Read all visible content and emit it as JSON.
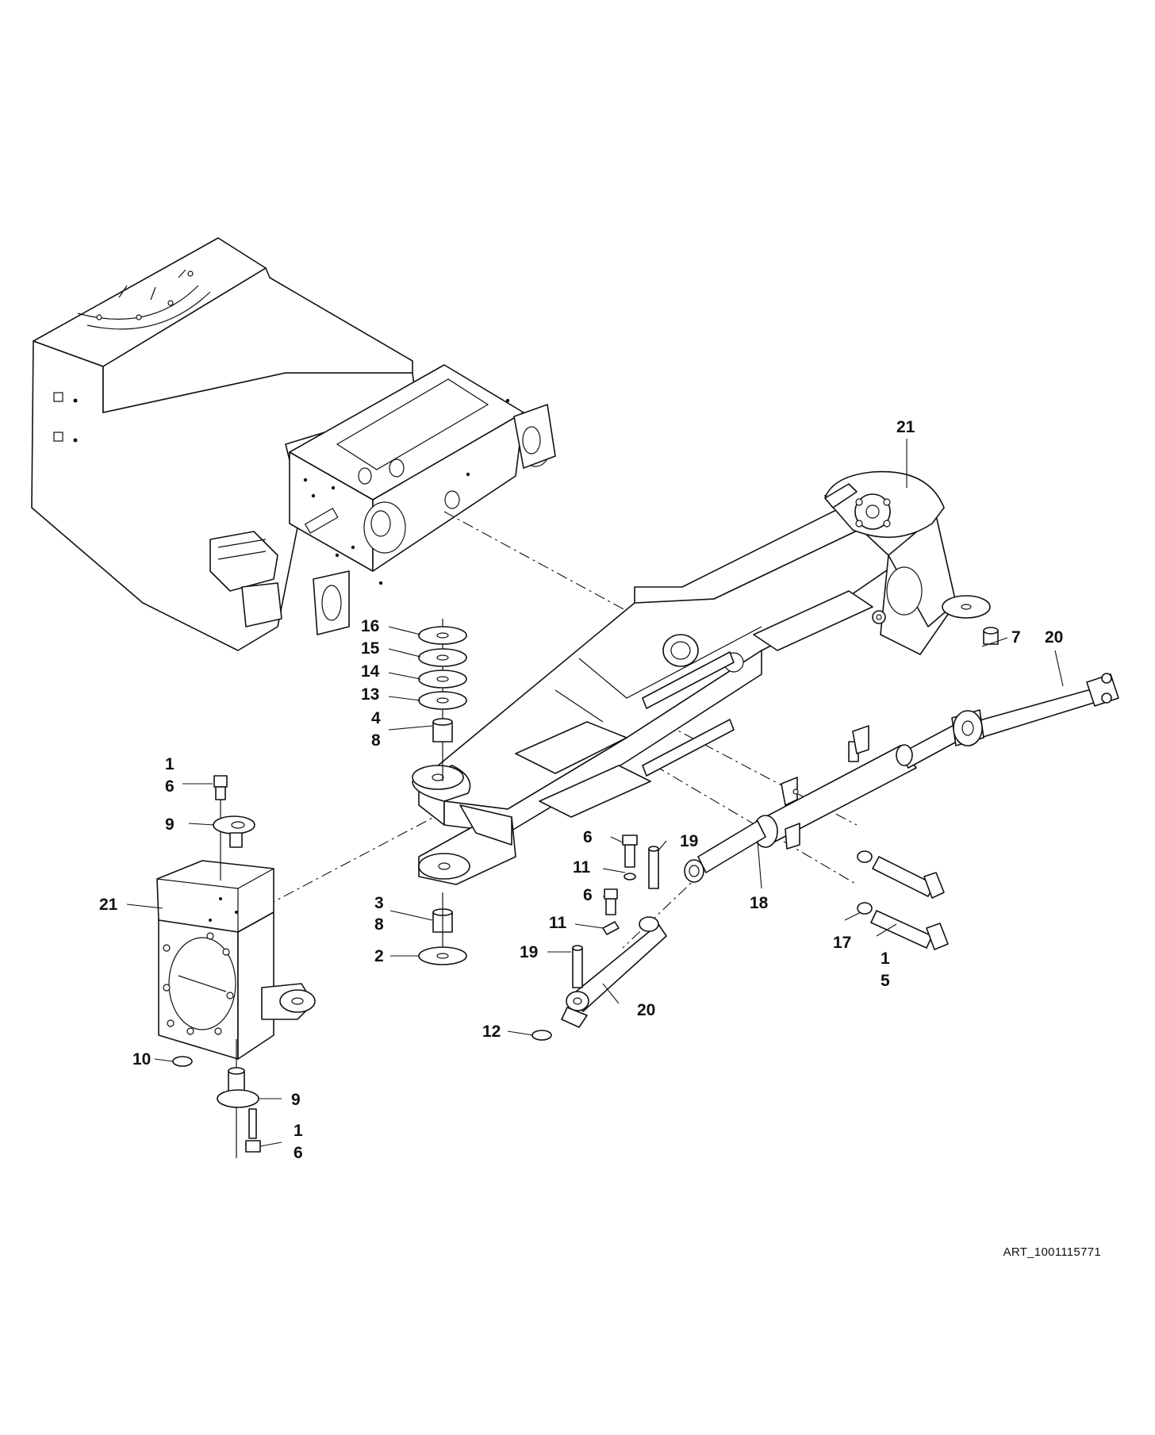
{
  "drawing": {
    "art_id": "ART_1001115771",
    "callouts": {
      "c21_top": "21",
      "c7": "7",
      "c20_top": "20",
      "c16": "16",
      "c15": "15",
      "c14": "14",
      "c13": "13",
      "c4": "4",
      "c8_top": "8",
      "c1_left": "1",
      "c6_left": "6",
      "c9_top": "9",
      "c21_left": "21",
      "c6_mid_a": "6",
      "c19_a": "19",
      "c11_a": "11",
      "c6_mid_b": "6",
      "c11_b": "11",
      "c19_b": "19",
      "c3": "3",
      "c8_bottom": "8",
      "c2": "2",
      "c18": "18",
      "c17": "17",
      "c1_right": "1",
      "c5": "5",
      "c20_bottom": "20",
      "c12": "12",
      "c10": "10",
      "c9_bottom": "9",
      "c1_bottom": "1",
      "c6_bottom": "6"
    }
  }
}
